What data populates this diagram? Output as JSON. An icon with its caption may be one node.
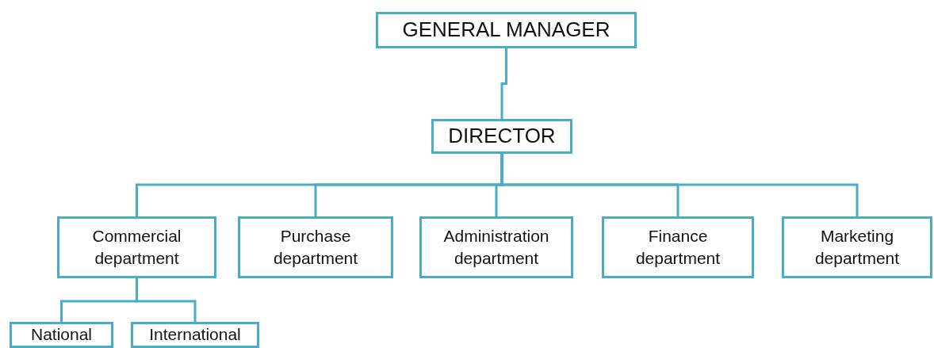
{
  "diagram": {
    "nodes": [
      {
        "text": [
          "GENERAL MANAGER"
        ]
      },
      {
        "text": [
          "DIRECTOR"
        ]
      },
      {
        "text": [
          "Commercial department"
        ]
      },
      {
        "text": [
          "Purchase department"
        ]
      },
      {
        "text": [
          "Administration department"
        ]
      },
      {
        "text": [
          "Finance department"
        ]
      },
      {
        "text": [
          "Marketing department"
        ]
      },
      {
        "text": [
          "National"
        ]
      },
      {
        "text": [
          "International"
        ]
      }
    ],
    "edges": [
      {
        "from": 0,
        "to": 1,
        "arrow": "none"
      },
      {
        "from": 1,
        "to": 2,
        "arrow": "none"
      },
      {
        "from": 1,
        "to": 3,
        "arrow": "none"
      },
      {
        "from": 1,
        "to": 4,
        "arrow": "none"
      },
      {
        "from": 1,
        "to": 5,
        "arrow": "none"
      },
      {
        "from": 1,
        "to": 6,
        "arrow": "none"
      },
      {
        "from": 2,
        "to": 7,
        "arrow": "none"
      },
      {
        "from": 2,
        "to": 8,
        "arrow": "none"
      }
    ]
  }
}
